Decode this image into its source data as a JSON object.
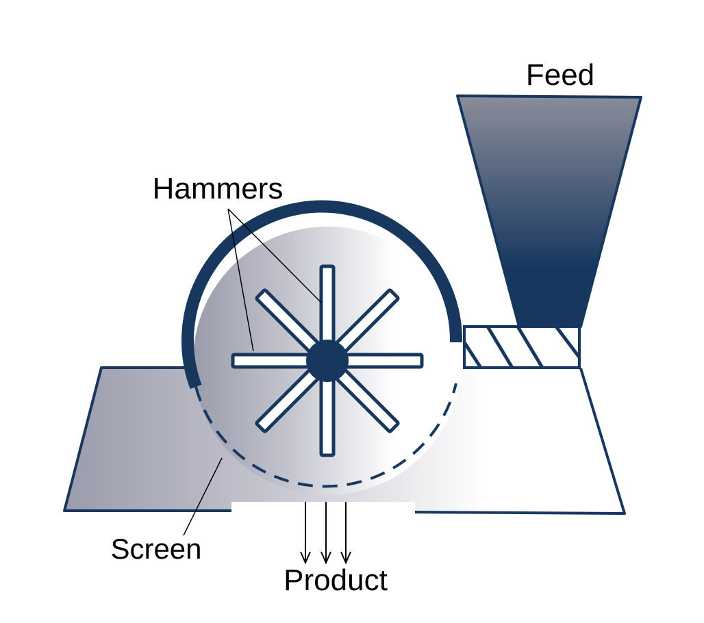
{
  "diagram": {
    "title": "Hammer mill schematic",
    "labels": {
      "feed": "Feed",
      "hammers": "Hammers",
      "screen": "Screen",
      "product": "Product"
    },
    "components": [
      "feed-hopper",
      "screw-feeder",
      "rotor-hub",
      "hammers",
      "screen",
      "housing",
      "product-outlet"
    ],
    "hammer_count": 8,
    "product_arrow_count": 3,
    "colors": {
      "outline": "#17375e",
      "hub": "#17375e",
      "hopper_top": "#8a8d9a",
      "hopper_bottom": "#17375e",
      "housing_left": "#9a9cab",
      "housing_right": "#ffffff",
      "hammer_fill": "#ffffff",
      "text": "#000000"
    }
  }
}
